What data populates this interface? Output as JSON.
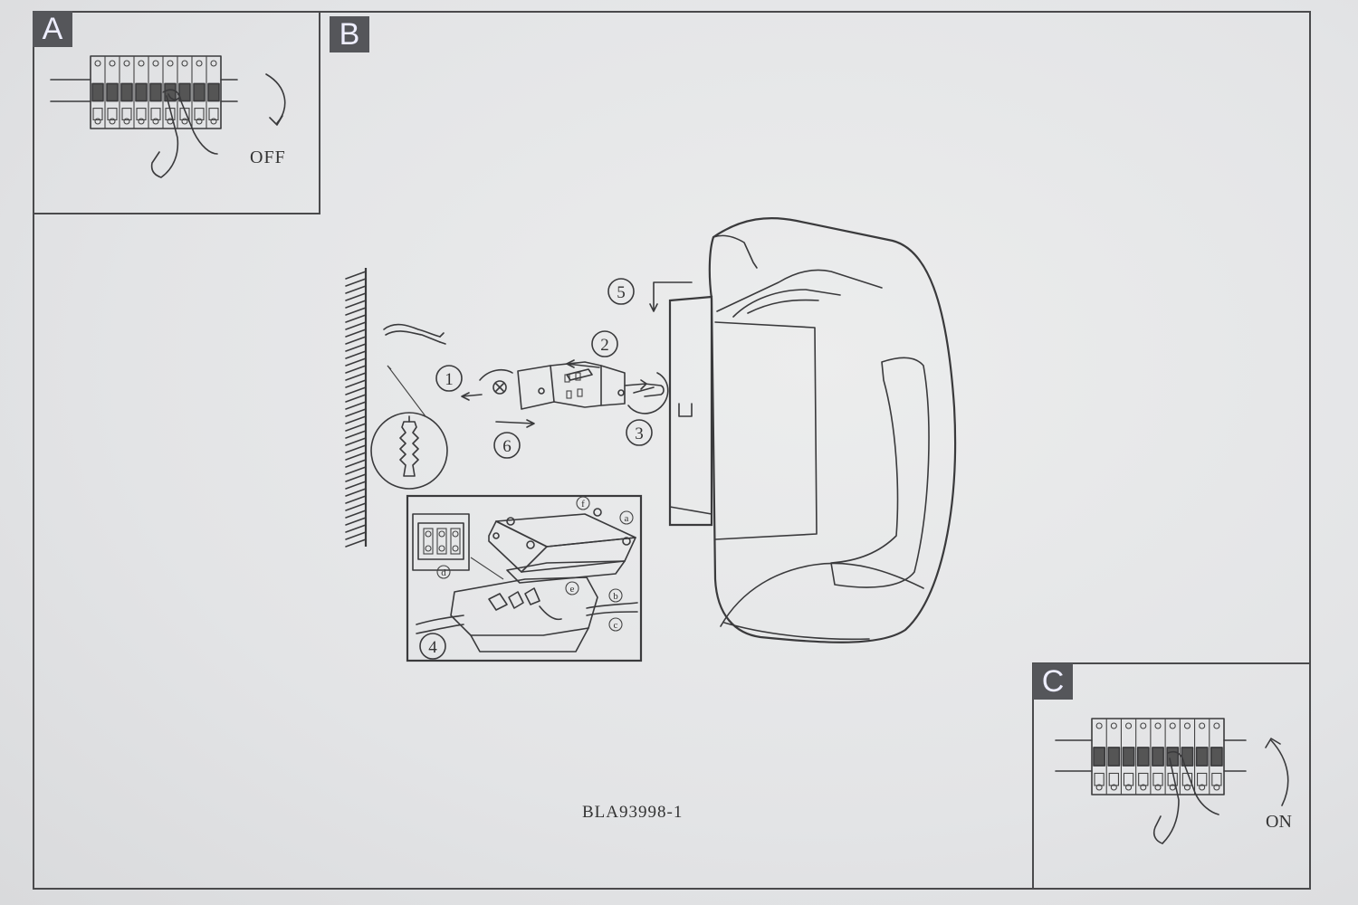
{
  "panels": {
    "a": {
      "tag": "A",
      "action_label": "OFF"
    },
    "b": {
      "tag": "B"
    },
    "c": {
      "tag": "C",
      "action_label": "ON"
    }
  },
  "steps": [
    "1",
    "2",
    "3",
    "4",
    "5",
    "6"
  ],
  "callouts": [
    "a",
    "b",
    "c",
    "d",
    "e",
    "f"
  ],
  "model_code": "BLA93998-1"
}
